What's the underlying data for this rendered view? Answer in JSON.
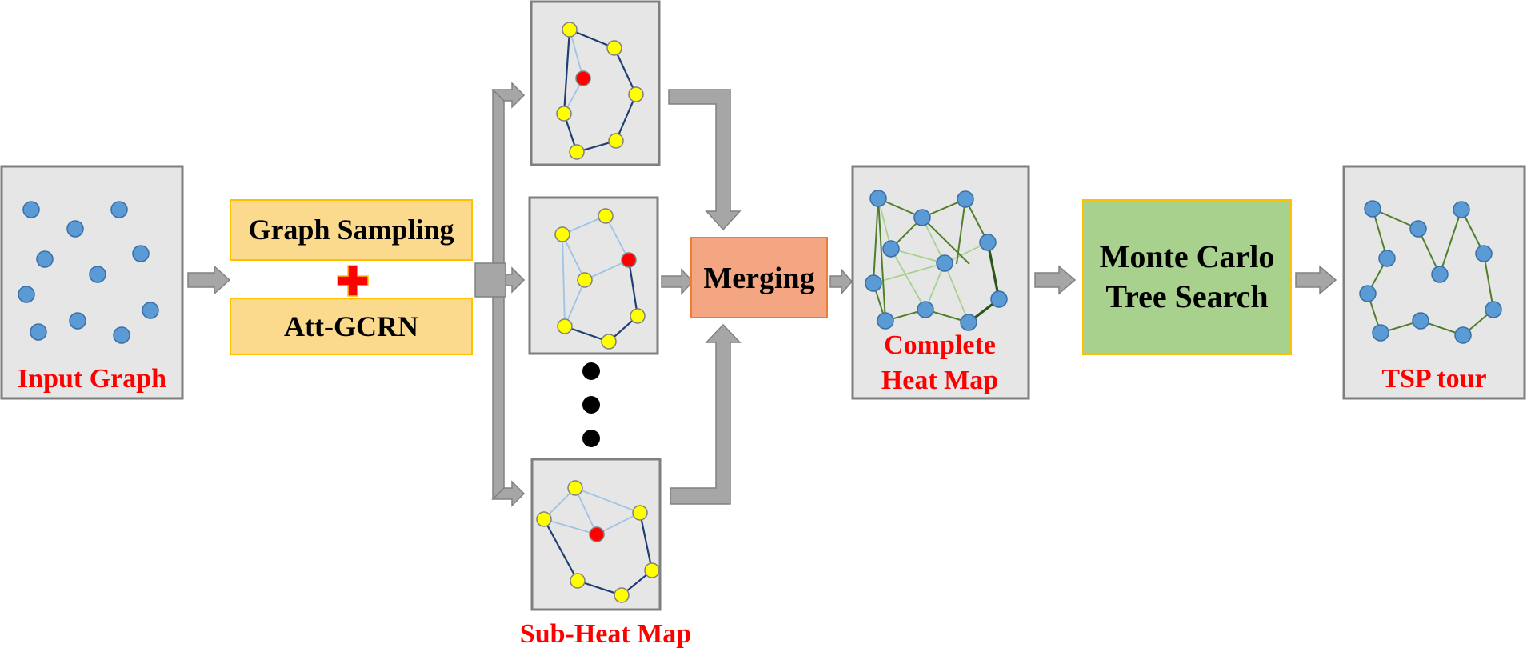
{
  "colors": {
    "panel_fill": "#e6e6e6",
    "panel_stroke": "#7f7f7f",
    "arrow_fill": "#a6a6a6",
    "arrow_stroke": "#808080",
    "blue_node": "#5b9bd5",
    "yellow_node": "#ffff00",
    "red_node": "#ff0000",
    "dark_edge": "#1f3f73",
    "light_edge": "#9dc3e6",
    "green_edge": "#4f7f2a",
    "light_green_edge": "#a9d18e",
    "orange_box": "#fbd98d",
    "orange_border": "#ffc000",
    "salmon_box": "#f4a582",
    "salmon_border": "#ed7d31",
    "mcts_box": "#a9d18e",
    "label_red": "#ff0000",
    "plus_red": "#ff0000"
  },
  "labels": {
    "input_graph": "Input Graph",
    "graph_sampling": "Graph Sampling",
    "att_gcrn": "Att-GCRN",
    "merging": "Merging",
    "complete_line1": "Complete",
    "complete_line2": "Heat Map",
    "mcts_line1": "Monte Carlo",
    "mcts_line2": "Tree Search",
    "tsp_tour": "TSP tour",
    "sub_heat_map": "Sub-Heat Map"
  },
  "icons": {
    "plus": "plus-icon",
    "ellipsis": "vertical-ellipsis-icon"
  }
}
